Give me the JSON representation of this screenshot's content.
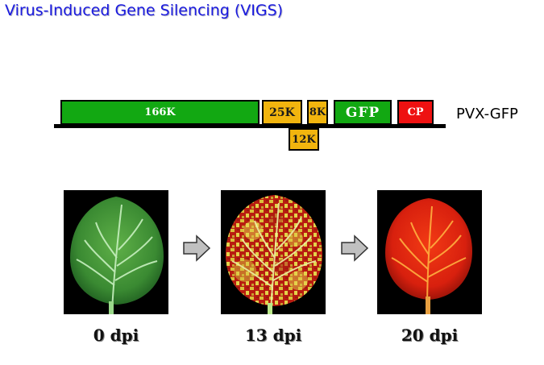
{
  "title": "Virus-Induced Gene Silencing (VIGS)",
  "construct": {
    "label": "PVX-GFP",
    "genes": {
      "g166k": "166K",
      "g25k": "25K",
      "g8k": "8K",
      "gfp": "GFP",
      "cp": "CP",
      "g12k": "12K"
    }
  },
  "timepoints": [
    "0 dpi",
    "13 dpi",
    "20 dpi"
  ],
  "colors": {
    "title": "#1a1adf",
    "green_gene": "#12a812",
    "yellow_gene": "#f2b50e",
    "red_gene": "#ee1111",
    "arrow_fill": "#c0c0c0"
  },
  "icons": [
    "leaf-image",
    "right-arrow-icon"
  ]
}
